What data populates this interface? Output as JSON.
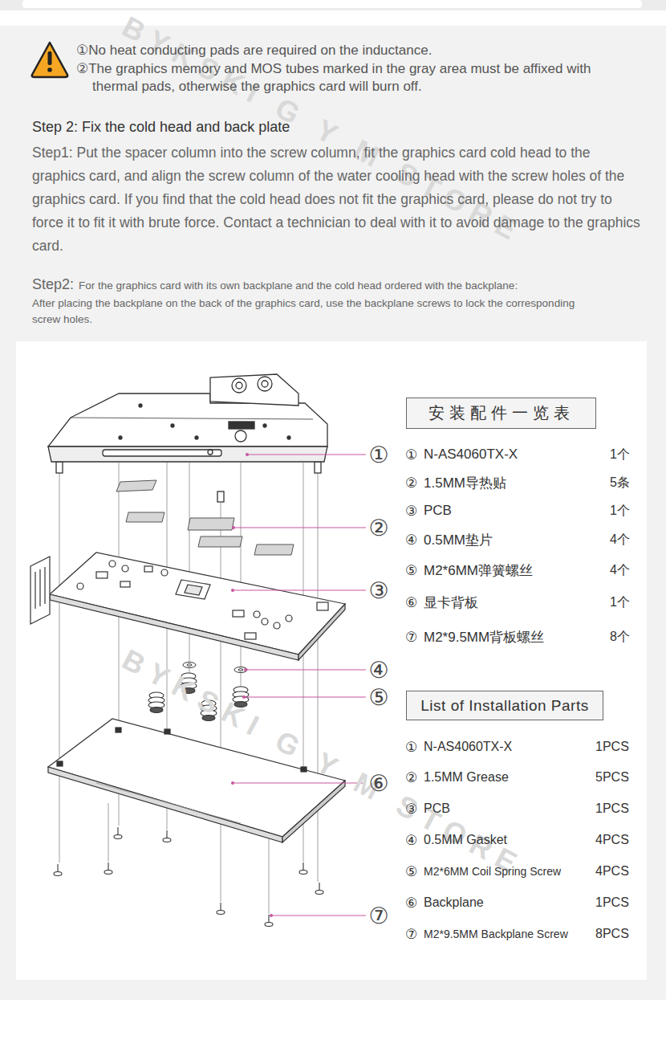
{
  "diagram": {
    "nodes": [
      {
        "text": [
          "安装配件一览表"
        ]
      },
      {
        "text": [
          "List of Installation Parts"
        ]
      }
    ],
    "labels": [
      "①No heat conducting pads are required on the inductance.",
      "②The graphics memory and MOS tubes marked in the gray area must be affixed with thermal pads, otherwise the graphics card will burn off.",
      "Step 2: Fix the cold head and back plate",
      "Step1: Put the spacer column into the screw column, fit the graphics card cold head to the graphics card, and align the screw column of the water cooling head with the screw holes of the graphics card. If you find that the cold head does not fit the graphics card, please do not try to force it to fit it with brute force. Contact a technician to deal with it to avoid damage to the graphics card.",
      "Step2:",
      "For the graphics card with its own backplane and the cold head ordered with the backplane:",
      "After placing the backplane on the back of the graphics card, use the backplane screws to lock the corresponding screw holes.",
      "BYKSKI G Y M STORE",
      "BYKSKI G Y M STORE",
      "①",
      "②",
      "③",
      "④",
      "⑤",
      "⑥",
      "⑦",
      "①",
      "N-AS4060TX-X",
      "1个",
      "②",
      "1.5MM导热贴",
      "5条",
      "③",
      "PCB",
      "1个",
      "④",
      "0.5MM垫片",
      "4个",
      "⑤",
      "M2*6MM弹簧螺丝",
      "4个",
      "⑥",
      "显卡背板",
      "1个",
      "⑦",
      "M2*9.5MM背板螺丝",
      "8个",
      "①",
      "N-AS4060TX-X",
      "1PCS",
      "②",
      "1.5MM Grease",
      "5PCS",
      "③",
      "PCB",
      "1PCS",
      "④",
      "0.5MM Gasket",
      "4PCS",
      "⑤",
      "M2*6MM Coil Spring Screw",
      "4PCS",
      "⑥",
      "Backplane",
      "1PCS",
      "⑦",
      "M2*9.5MM Backplane Screw",
      "8PCS"
    ]
  }
}
